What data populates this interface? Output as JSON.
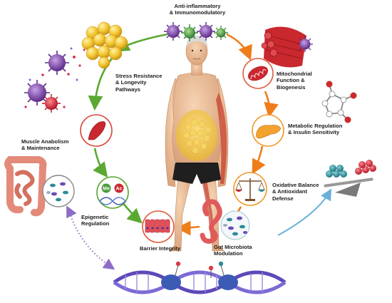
{
  "labels": {
    "anti_inflammatory": "Anti-inflammatory\n& Immunomodulatory",
    "stress_resistance": "Stress Resistance\n& Longevity\nPathways",
    "mitochondrial": "Mitochondrial\nFunction &\nBiogenesis",
    "metabolic": "Metabolic Regulation\n& Insulin Sensitivity",
    "oxidative": "Oxidative Balance\n& Antioxidant\nDefense",
    "muscle": "Muscle Anabolism\n& Maintenance",
    "epigenetic": "Epigenetic\nRegulation",
    "barrier": "Barrier Integrity",
    "gut": "Gut Microbiota\nModulation"
  },
  "badges": {
    "methyl": "Me",
    "acetyl": "Ac"
  },
  "colors": {
    "arrow_green": "#5aa832",
    "arrow_orange": "#ef7d1a",
    "arrow_purple": "#8e6cc6",
    "arrow_blue": "#6ab0d8",
    "virus_purple": "#7b3fa0",
    "virus_green": "#3b8a3e",
    "fat_yellow": "#f2c530"
  },
  "icons": [
    "elderly-man-figure",
    "fat-cells-icon",
    "virus-cluster-icon",
    "muscle-fiber-icon",
    "mitochondria-icon",
    "molecule-icon",
    "pancreas-icon",
    "balance-scale-icon",
    "sphere-balance-icon",
    "intestine-icon",
    "microbiota-icon",
    "epithelium-icon",
    "dna-chromatin-icon"
  ]
}
